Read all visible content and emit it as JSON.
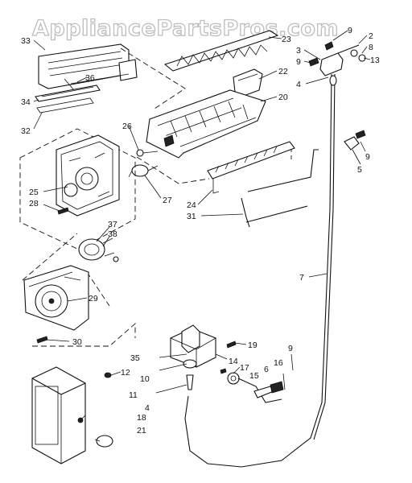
{
  "watermark": "AppliancePartsPros.com",
  "callouts": [
    {
      "id": "33",
      "text": "33"
    },
    {
      "id": "36",
      "text": "36"
    },
    {
      "id": "34",
      "text": "34"
    },
    {
      "id": "32",
      "text": "32"
    },
    {
      "id": "23",
      "text": "23"
    },
    {
      "id": "9a",
      "text": "9"
    },
    {
      "id": "2",
      "text": "2"
    },
    {
      "id": "3",
      "text": "3"
    },
    {
      "id": "8",
      "text": "8"
    },
    {
      "id": "9b",
      "text": "9"
    },
    {
      "id": "13",
      "text": "13"
    },
    {
      "id": "22",
      "text": "22"
    },
    {
      "id": "4a",
      "text": "4"
    },
    {
      "id": "20",
      "text": "20"
    },
    {
      "id": "26",
      "text": "26"
    },
    {
      "id": "9c",
      "text": "9"
    },
    {
      "id": "5",
      "text": "5"
    },
    {
      "id": "25",
      "text": "25"
    },
    {
      "id": "28",
      "text": "28"
    },
    {
      "id": "27",
      "text": "27"
    },
    {
      "id": "24",
      "text": "24"
    },
    {
      "id": "31",
      "text": "31"
    },
    {
      "id": "37",
      "text": "37"
    },
    {
      "id": "38",
      "text": "38"
    },
    {
      "id": "7",
      "text": "7"
    },
    {
      "id": "29",
      "text": "29"
    },
    {
      "id": "30",
      "text": "30"
    },
    {
      "id": "35",
      "text": "35"
    },
    {
      "id": "19",
      "text": "19"
    },
    {
      "id": "9d",
      "text": "9"
    },
    {
      "id": "12",
      "text": "12"
    },
    {
      "id": "14",
      "text": "14"
    },
    {
      "id": "17",
      "text": "17"
    },
    {
      "id": "6",
      "text": "6"
    },
    {
      "id": "16",
      "text": "16"
    },
    {
      "id": "10",
      "text": "10"
    },
    {
      "id": "15",
      "text": "15"
    },
    {
      "id": "11",
      "text": "11"
    },
    {
      "id": "4b",
      "text": "4"
    },
    {
      "id": "18",
      "text": "18"
    },
    {
      "id": "21",
      "text": "21"
    }
  ]
}
